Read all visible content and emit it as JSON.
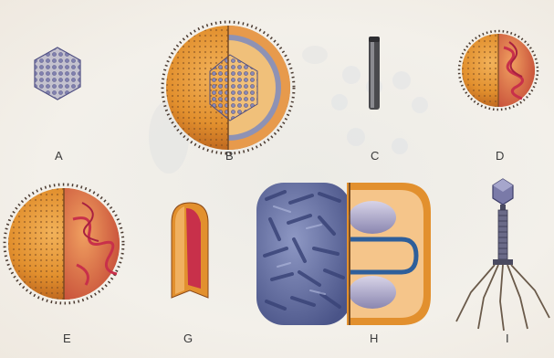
{
  "labels": {
    "a": "A",
    "b": "B",
    "c": "C",
    "d": "D",
    "e": "E",
    "g": "G",
    "h": "H",
    "i": "I"
  },
  "colors": {
    "envelope_orange": "#e2902e",
    "envelope_dark": "#b8601c",
    "capsid_purple": "#6f6fa0",
    "nucleic_red": "#c8304a",
    "spike_dark": "#4a3a30",
    "rod_blue": "#6b77a6",
    "background": "#f2efe9"
  }
}
